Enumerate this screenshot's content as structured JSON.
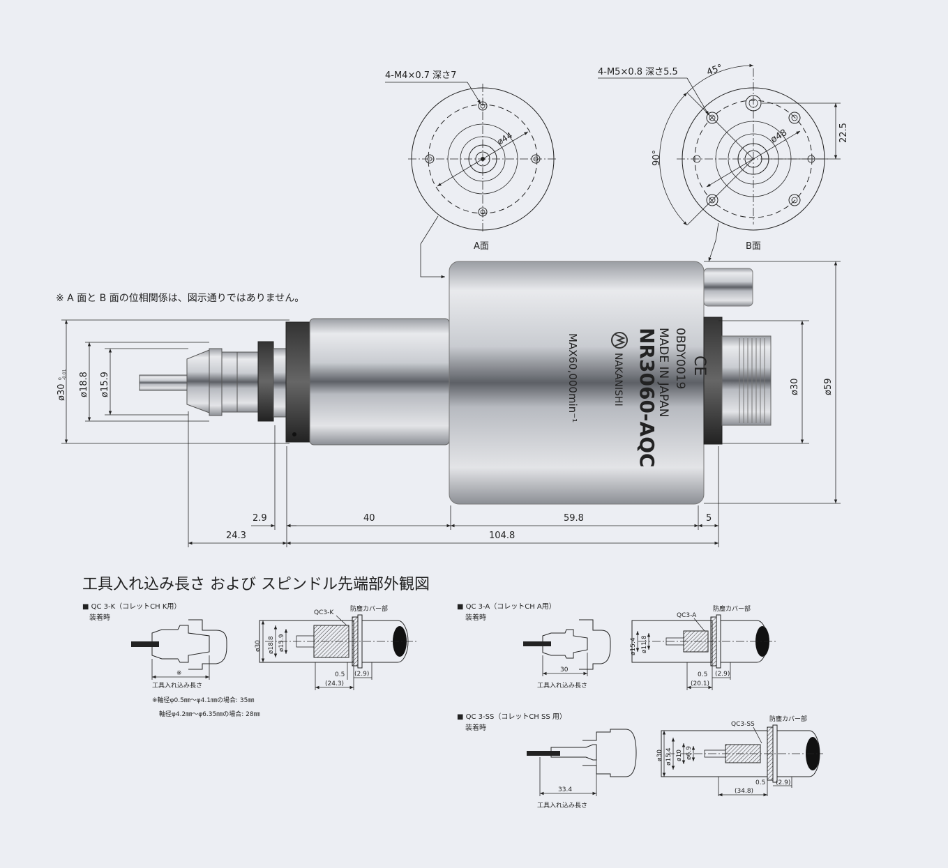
{
  "face_a": {
    "hole_label": "4-M4×0.7 深さ7",
    "diameter": "ø44",
    "face_label": "A面"
  },
  "face_b": {
    "hole_label": "4-M5×0.8 深さ5.5",
    "angle_45": "45°",
    "angle_90": "90°",
    "diameter": "ø48",
    "offset": "22.5",
    "face_label": "B面"
  },
  "note": "※ A 面と B 面の位相関係は、図示通りではありません。",
  "spindle": {
    "logo_text": "NAKANISHI",
    "model": "NR3060-AQC",
    "made_in": "MADE IN JAPAN",
    "serial": "0BDY0019",
    "ce_mark": "CE",
    "max_speed": "MAX60,000min⁻¹"
  },
  "dimensions": {
    "d30_tol": "ø30",
    "d30_tol_sup": "0",
    "d30_tol_sub": "-0.01",
    "d18_8": "ø18.8",
    "d15_9": "ø15.9",
    "d30_rear": "ø30",
    "d59": "ø59",
    "len_2_9": "2.9",
    "len_40": "40",
    "len_59_8": "59.8",
    "len_5": "5",
    "len_24_3": "24.3",
    "len_104_8": "104.8"
  },
  "section_title": "工具入れ込み長さ および スピンドル先端部外観図",
  "qc3k": {
    "heading": "■ QC 3-K（コレットCH K用）",
    "sub": "装着時",
    "collet_label": "QC3-K",
    "cover_label": "防塵カバー部",
    "d30": "ø30",
    "d18_8": "ø18.8",
    "d15_9": "ø15.9",
    "dim_0_5": "0.5",
    "dim_2_9": "(2.9)",
    "dim_24_3": "(24.3)",
    "mark": "※",
    "insert_label": "工具入れ込み長さ",
    "note1": "※軸径φ0.5㎜〜φ4.1㎜の場合: 35㎜",
    "note2": "軸径φ4.2㎜〜φ6.35㎜の場合: 28㎜"
  },
  "qc3a": {
    "heading": "■ QC 3-A（コレットCH A用）",
    "sub": "装着時",
    "collet_label": "QC3-A",
    "cover_label": "防塵カバー部",
    "d15_4": "ø15.4",
    "d11_8": "ø11.8",
    "dim_30": "30",
    "dim_0_5": "0.5",
    "dim_2_9": "(2.9)",
    "dim_20_1": "(20.1)",
    "insert_label": "工具入れ込み長さ"
  },
  "qc3ss": {
    "heading": "■ QC 3-SS（コレットCH SS 用）",
    "sub": "装着時",
    "collet_label": "QC3-SS",
    "cover_label": "防塵カバー部",
    "d30": "ø30",
    "d15_4": "ø15.4",
    "d10": "ø10",
    "d6_9": "ø6.9",
    "dim_33_4": "33.4",
    "dim_0_5": "0.5",
    "dim_2_9": "(2.9)",
    "dim_34_8": "(34.8)",
    "insert_label": "工具入れ込み長さ"
  }
}
